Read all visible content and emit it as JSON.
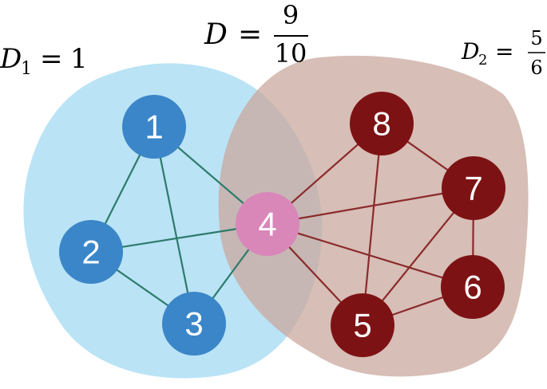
{
  "formulas": {
    "d1": {
      "symbol": "D",
      "subscript": "1",
      "equals": "=",
      "value": "1"
    },
    "d": {
      "symbol": "D",
      "equals": "=",
      "numerator": "9",
      "denominator": "10"
    },
    "d2": {
      "symbol": "D",
      "subscript": "2",
      "equals": "=",
      "numerator": "5",
      "denominator": "6"
    }
  },
  "communities": [
    {
      "name": "community-1",
      "color": "#a9dcf4"
    },
    {
      "name": "community-2",
      "color": "#c9a89e"
    }
  ],
  "colors": {
    "blue_node": "#3a86c8",
    "overlap_node": "#d986b9",
    "red_node": "#7d1214",
    "green_edge": "#2d7a6a",
    "red_edge": "#8b2a2a"
  },
  "nodes": [
    {
      "id": "1",
      "label": "1",
      "group": "blue"
    },
    {
      "id": "2",
      "label": "2",
      "group": "blue"
    },
    {
      "id": "3",
      "label": "3",
      "group": "blue"
    },
    {
      "id": "4",
      "label": "4",
      "group": "overlap"
    },
    {
      "id": "5",
      "label": "5",
      "group": "red"
    },
    {
      "id": "6",
      "label": "6",
      "group": "red"
    },
    {
      "id": "7",
      "label": "7",
      "group": "red"
    },
    {
      "id": "8",
      "label": "8",
      "group": "red"
    }
  ],
  "edges": [
    {
      "from": "1",
      "to": "2",
      "group": "green"
    },
    {
      "from": "1",
      "to": "3",
      "group": "green"
    },
    {
      "from": "1",
      "to": "4",
      "group": "green"
    },
    {
      "from": "2",
      "to": "3",
      "group": "green"
    },
    {
      "from": "2",
      "to": "4",
      "group": "green"
    },
    {
      "from": "3",
      "to": "4",
      "group": "green"
    },
    {
      "from": "4",
      "to": "8",
      "group": "red"
    },
    {
      "from": "4",
      "to": "7",
      "group": "red"
    },
    {
      "from": "4",
      "to": "6",
      "group": "red"
    },
    {
      "from": "4",
      "to": "5",
      "group": "red"
    },
    {
      "from": "8",
      "to": "7",
      "group": "red"
    },
    {
      "from": "8",
      "to": "5",
      "group": "red"
    },
    {
      "from": "7",
      "to": "6",
      "group": "red"
    },
    {
      "from": "7",
      "to": "5",
      "group": "red"
    },
    {
      "from": "6",
      "to": "5",
      "group": "red"
    }
  ]
}
